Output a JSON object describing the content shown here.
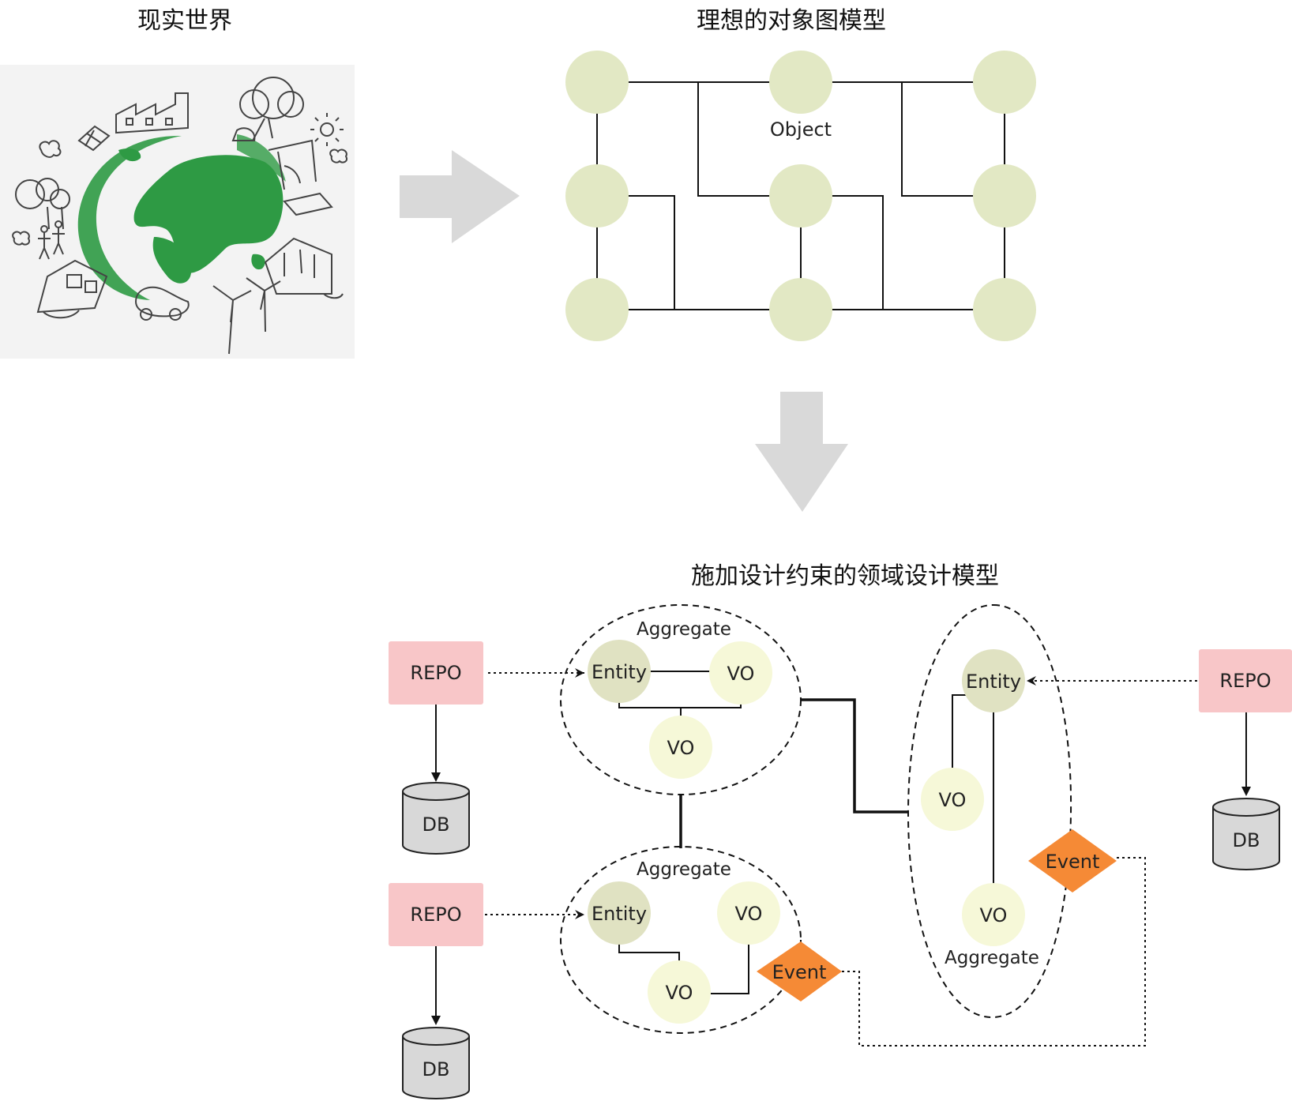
{
  "titles": {
    "real_world": "现实世界",
    "ideal_object_model": "理想的对象图模型",
    "domain_model": "施加设计约束的领域设计模型"
  },
  "object_graph": {
    "object_label": "Object",
    "node_color": "#e2e8c4"
  },
  "domain": {
    "aggregate_label": "Aggregate",
    "entity_label": "Entity",
    "vo_label": "VO",
    "repo_label": "REPO",
    "db_label": "DB",
    "event_label": "Event",
    "colors": {
      "entity": "#e0e2c2",
      "vo": "#f6f8d8",
      "repo": "#f8c6c8",
      "event": "#f58a36",
      "db": "#d8d8d8"
    }
  },
  "illustration": {
    "globe_color": "#2e9a44"
  }
}
